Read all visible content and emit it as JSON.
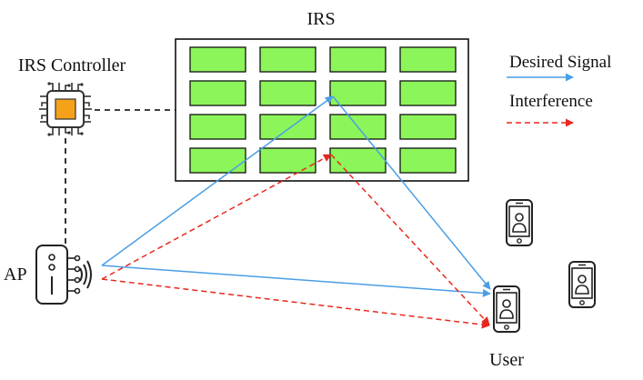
{
  "labels": {
    "irs_title": "IRS",
    "irs_controller": "IRS Controller",
    "ap": "AP",
    "user": "User"
  },
  "legend": {
    "desired_signal": "Desired Signal",
    "interference": "Interference"
  },
  "irs_panel": {
    "rows": 4,
    "cols": 4,
    "element_color": "#8cf55a"
  },
  "colors": {
    "desired": "#4a9ee6",
    "interference": "#e8281e",
    "chip_core": "#f5a21a",
    "link": "#000000"
  },
  "icons": [
    "chip-icon",
    "access-point-icon",
    "phone-user-icon"
  ]
}
